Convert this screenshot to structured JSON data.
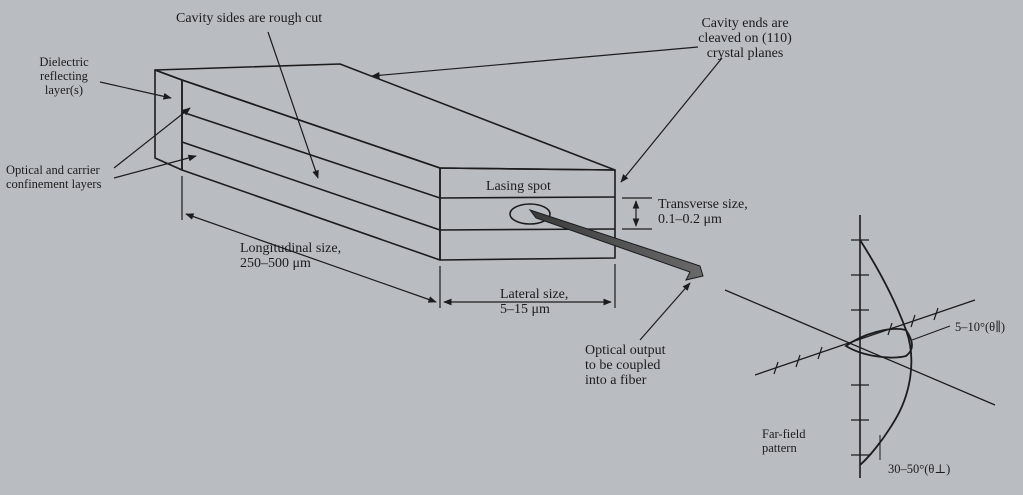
{
  "labels": {
    "cavity_sides": "Cavity sides are rough cut",
    "cavity_ends": [
      "Cavity ends are",
      "cleaved on (110)",
      "crystal planes"
    ],
    "dielectric": [
      "Dielectric",
      "reflecting",
      "layer(s)"
    ],
    "confinement": [
      "Optical and carrier",
      "confinement layers"
    ],
    "lasing_spot": "Lasing spot",
    "transverse": [
      "Transverse size,",
      "0.1–0.2 μm"
    ],
    "longitudinal": [
      "Longitudinal size,",
      "250–500 μm"
    ],
    "lateral": [
      "Lateral size,",
      "5–15 μm"
    ],
    "optical_output": [
      "Optical output",
      "to be coupled",
      "into a fiber"
    ],
    "theta_parallel": "5–10°(θ∥)",
    "theta_perp": "30–50°(θ⊥)",
    "far_field": [
      "Far-field",
      "pattern"
    ]
  },
  "colors": {
    "background": "#b9bcc0",
    "ink": "#1c1c1e",
    "beam": "#5a5a5a"
  }
}
